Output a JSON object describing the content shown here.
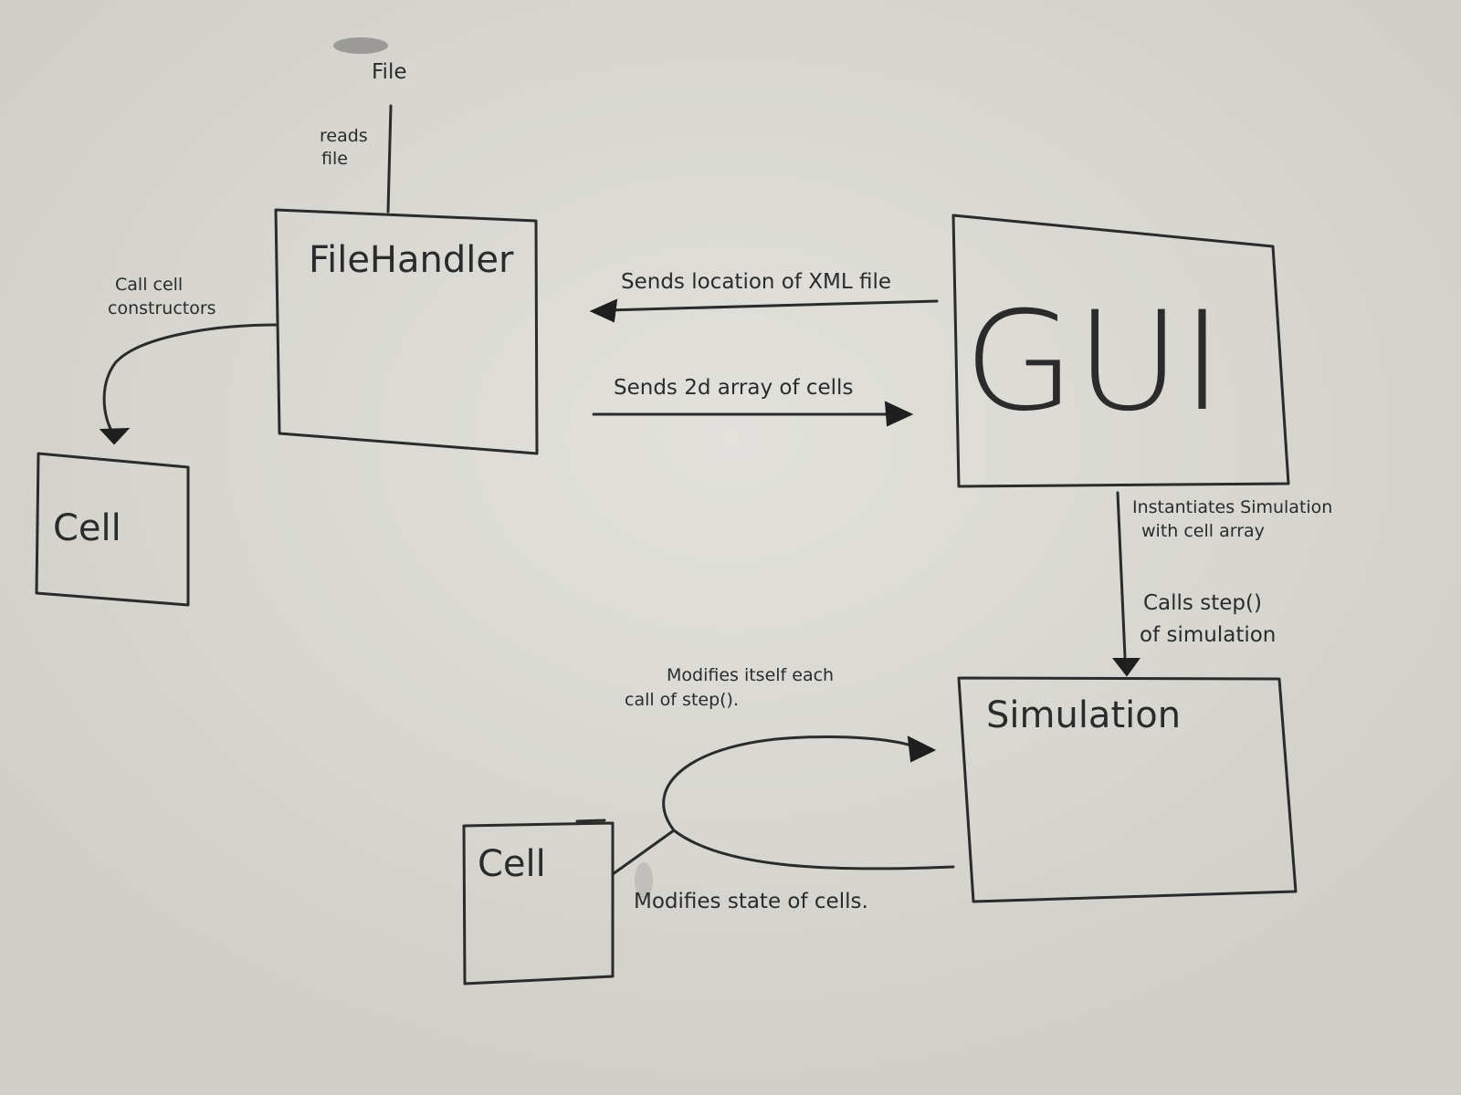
{
  "nodes": {
    "file": "File",
    "filehandler": "FileHandler",
    "cell_left": "Cell",
    "gui": "GUI",
    "simulation": "Simulation",
    "cell_bottom": "Cell"
  },
  "edges": {
    "reads_file": [
      "reads",
      "file"
    ],
    "call_constructors": [
      "Call cell",
      "constructors"
    ],
    "sends_location": "Sends location of XML file",
    "sends_array": "Sends 2d array of cells",
    "instantiates": [
      "Instantiates Simulation",
      "with cell array"
    ],
    "calls_step": [
      "Calls step()",
      "of simulation"
    ],
    "modifies_itself": [
      "Modifies itself each",
      "call of step()."
    ],
    "modifies_state": "Modifies state of cells."
  },
  "colors": {
    "board": "#d6d5cf",
    "ink": "#2b2b2b"
  }
}
